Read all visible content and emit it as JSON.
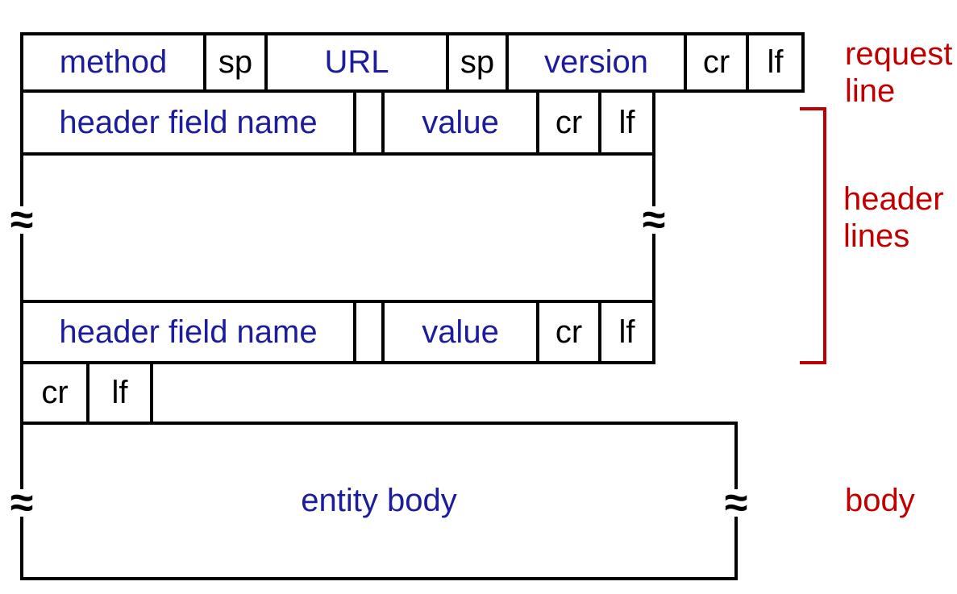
{
  "figure": {
    "title_semantic": "HTTP request message general format",
    "palette": {
      "field_text_blue": "#1C1C9C",
      "literal_text_black": "#000000",
      "annotation_red": "#C00000",
      "line_black": "#000000",
      "background": "#FFFFFF"
    },
    "request_line": {
      "cells": [
        {
          "label": "method"
        },
        {
          "label": "sp"
        },
        {
          "label": "URL"
        },
        {
          "label": "sp"
        },
        {
          "label": "version"
        },
        {
          "label": "cr"
        },
        {
          "label": "lf"
        }
      ]
    },
    "header_line_top": {
      "cells": [
        {
          "label": "header field name"
        },
        {
          "label": ""
        },
        {
          "label": "value"
        },
        {
          "label": "cr"
        },
        {
          "label": "lf"
        }
      ]
    },
    "header_line_bottom": {
      "cells": [
        {
          "label": "header field name"
        },
        {
          "label": ""
        },
        {
          "label": "value"
        },
        {
          "label": "cr"
        },
        {
          "label": "lf"
        }
      ]
    },
    "continuation_marks": {
      "header_left": "≈",
      "header_right": "≈",
      "body_left": "≈",
      "body_right": "≈"
    },
    "blank_line": {
      "cells": [
        {
          "label": "cr"
        },
        {
          "label": "lf"
        }
      ]
    },
    "entity_body": {
      "label": "entity body"
    },
    "annotations": {
      "request_line": {
        "line1": "request",
        "line2": "line"
      },
      "header_lines": {
        "line1": "header",
        "line2": "lines"
      },
      "body": {
        "line1": "body"
      }
    }
  }
}
